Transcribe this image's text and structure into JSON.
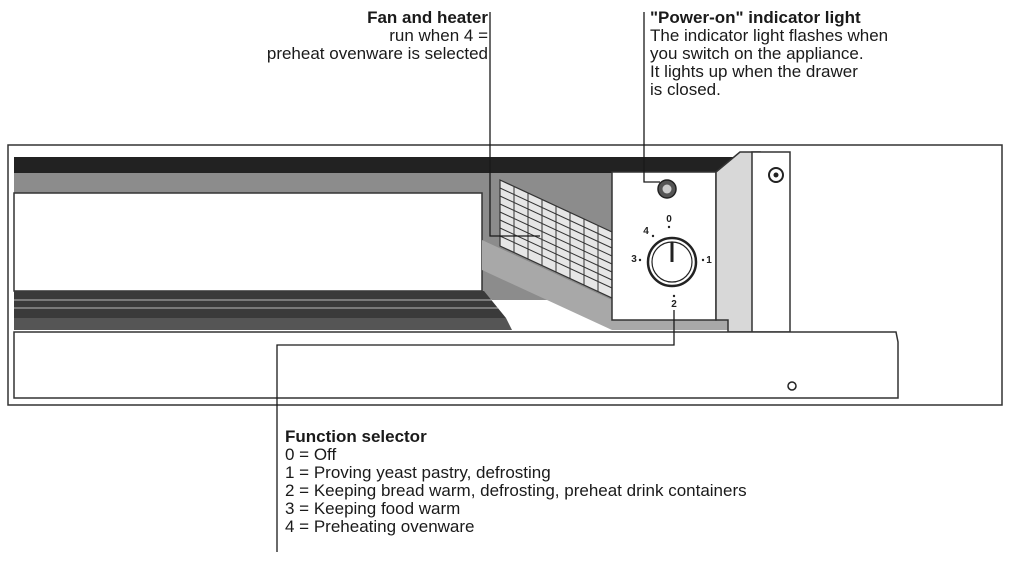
{
  "fan_callout": {
    "title": "Fan and heater",
    "lines": [
      "run when 4 =",
      "preheat ovenware is selected"
    ]
  },
  "power_callout": {
    "title": "\"Power-on\" indicator light",
    "lines": [
      "The indicator light flashes when",
      "you switch on the appliance.",
      "It lights up when the drawer",
      "is closed."
    ]
  },
  "selector_callout": {
    "title": "Function selector",
    "lines": [
      "0 = Off",
      "1 = Proving yeast pastry, defrosting",
      "2 = Keeping bread warm, defrosting, preheat drink containers",
      "3 = Keeping food warm",
      "4 = Preheating ovenware"
    ]
  },
  "knob_scale": {
    "p0": "0",
    "p1": "1",
    "p2": "2",
    "p3": "3",
    "p4": "4"
  },
  "colors": {
    "line": "#1a1a1a",
    "panel_dark": "#333333",
    "panel_mid": "#8c8c8c",
    "panel_light": "#c8c8c8"
  }
}
